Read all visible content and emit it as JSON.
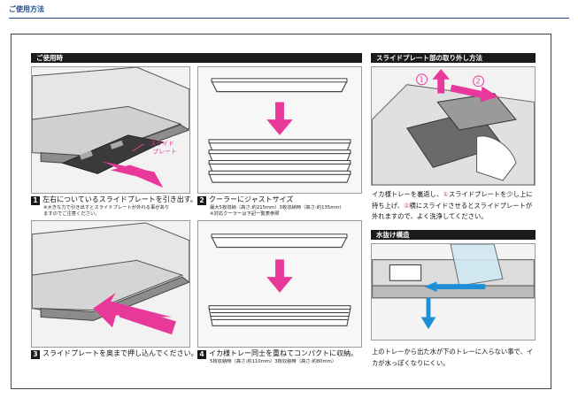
{
  "page": {
    "title": "ご使用方法"
  },
  "usage": {
    "heading": "ご使用時",
    "callout": "スライド\nプレート",
    "steps": [
      {
        "num": "1",
        "text": "左右についているスライドプレートを引き出す。",
        "note": "※大きな力で引き出すとスライドプレートが外れる事があり\nますのでご注意ください。"
      },
      {
        "num": "2",
        "text": "クーラーにジャストサイズ",
        "note": "最大5枚収納（高さ:約215mm）3枚収納時（高さ:約135mm）\n※対応クーラーは下記一覧表参照"
      },
      {
        "num": "3",
        "text": "スライドプレートを奥まで押し込んでください。",
        "note": ""
      },
      {
        "num": "4",
        "text": "イカ様トレー同士を重ねてコンパクトに収納。",
        "note": "5枚収納時（高さ:約110mm）3枚収納時（高さ:約80mm）"
      }
    ]
  },
  "removal": {
    "heading": "スライドプレート部の取り外し方法",
    "circle1": "①",
    "circle2": "②",
    "desc_a": "イカ様トレーを裏返し、",
    "desc_c1": "①",
    "desc_b": "スライドプレートを少し上に持ち上げ、",
    "desc_c2": "②",
    "desc_c": "横にスライドさせるとスライドプレートが外れますので、よく洗浄してください。"
  },
  "drainage": {
    "heading": "水抜け構造",
    "desc": "上のトレーから出た水が下のトレーに入らない事で、イカが水っぽくなりにくい。"
  },
  "colors": {
    "accent_arrow": "#e8399a",
    "water_arrow": "#1e8fd6",
    "header_bar": "#1a1a1a",
    "title_blue": "#1a4a8a"
  },
  "icons": [
    "arrow-right-icon",
    "arrow-down-icon",
    "arrow-left-icon",
    "arrow-up-icon"
  ]
}
